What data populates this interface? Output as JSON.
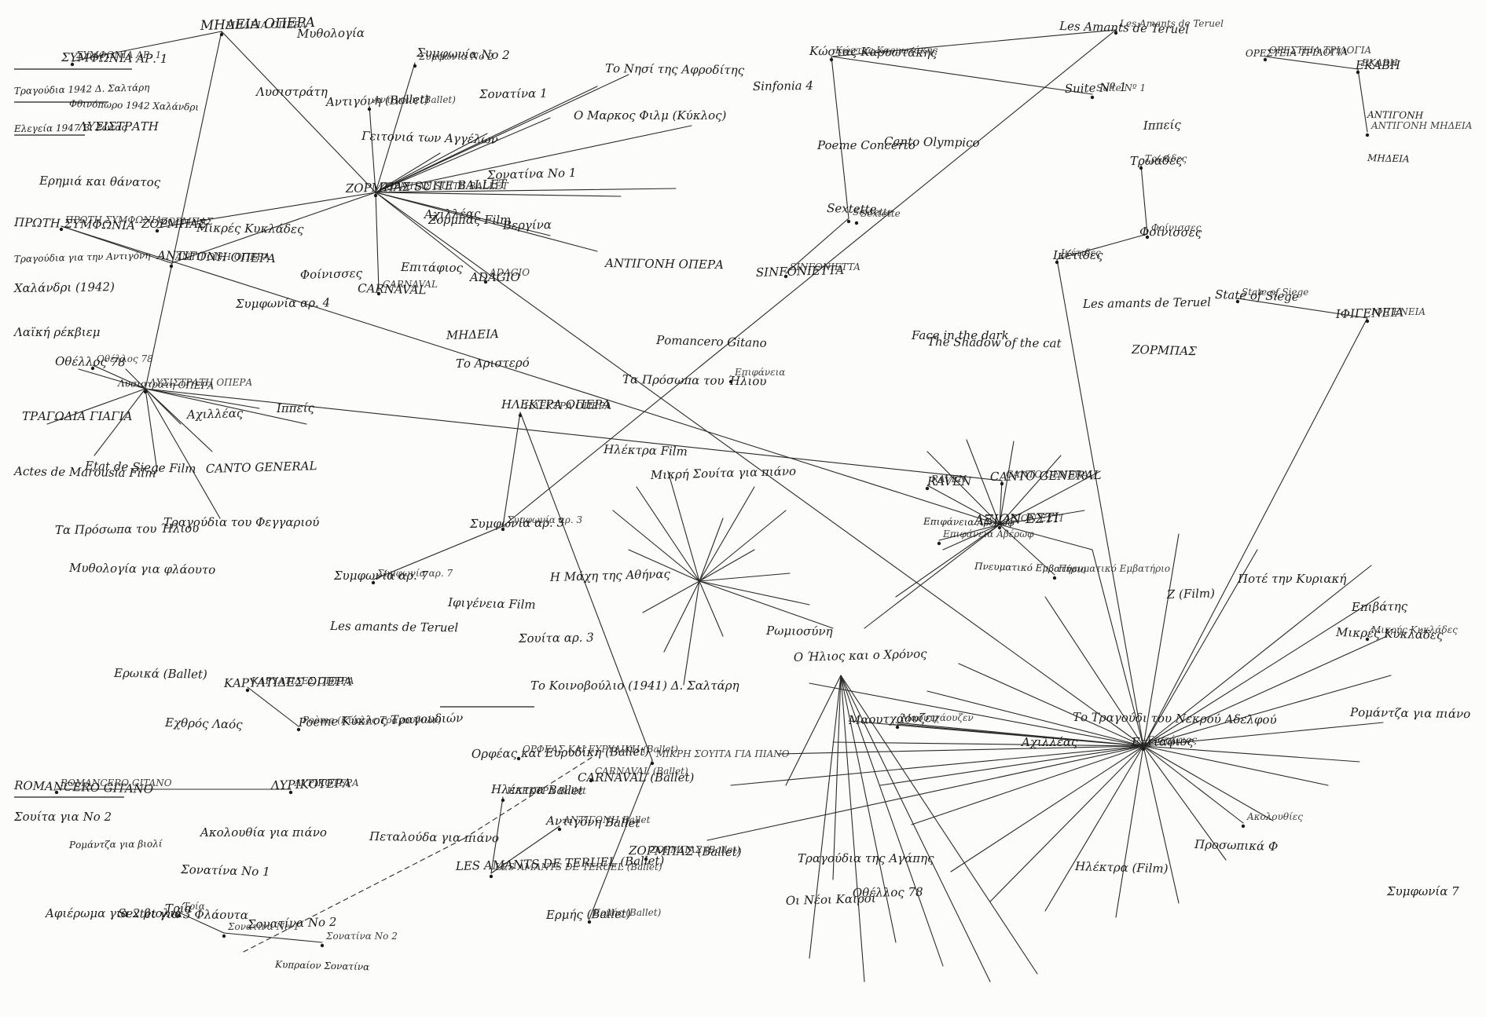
{
  "title": "",
  "nodes": [
    {
      "id": "medeia_opera",
      "label": "ΜΗΔΕΙΑ ΟΠΕΡΑ"
    },
    {
      "id": "symph1",
      "label": "ΣΥΜΦΩΝΙΑ ΑΡ. 1"
    },
    {
      "id": "symph2",
      "label": "Συμφωνία Νο 2"
    },
    {
      "id": "antigone_ballet",
      "label": "Αντιγόνη (Ballet)"
    },
    {
      "id": "zorbas_suite",
      "label": "ΖΟΡΜΠΑΣ SUITE BALLET"
    },
    {
      "id": "zorbas",
      "label": "ΖΟΡΜΠΑΣ"
    },
    {
      "id": "proti_symph",
      "label": "ΠΡΩΤΗ ΣΥΜΦΩΝΙΑ"
    },
    {
      "id": "antigone_opera",
      "label": "ΑΝΤΙΓΟΝΗ ΟΠΕΡΑ"
    },
    {
      "id": "lysistrati",
      "label": "ΛΥΣΙΣΤΡΑΤΗ ΟΠΕΡΑ"
    },
    {
      "id": "othellos78",
      "label": "Οθέλλος 78"
    },
    {
      "id": "carnaval",
      "label": "CARNAVAL"
    },
    {
      "id": "epitafios",
      "label": "Επιτάφιος"
    },
    {
      "id": "adagio",
      "label": "ADAGIO"
    },
    {
      "id": "axion_esti",
      "label": "ΑΞΙΟΝ ΕΣΤΙ"
    },
    {
      "id": "canto_general",
      "label": "CANTO GENERAL"
    },
    {
      "id": "electra_opera",
      "label": "ΗΛΕΚΤΡΑ ΟΠΕΡΑ"
    },
    {
      "id": "symph3",
      "label": "Συμφωνία αρ. 3"
    },
    {
      "id": "symph7",
      "label": "Συμφωνία αρ. 7"
    },
    {
      "id": "les_amants",
      "label": "Les Amants de Teruel"
    },
    {
      "id": "state_siege",
      "label": "State of Siege"
    },
    {
      "id": "kostas_karyotakis",
      "label": "Κώστας Καρυωτάκης"
    },
    {
      "id": "oresteia",
      "label": "ΟΡΕΣΤΕΙΑ ΤΡΙΛΟΓΙΑ"
    },
    {
      "id": "ekavi",
      "label": "ΕΚΑΒΗ"
    },
    {
      "id": "antigone_medeia",
      "label": "ΑΝΤΙΓΟΝΗ ΜΗΔΕΙΑ"
    },
    {
      "id": "iphigenia",
      "label": "ΙΦΙΓΕΝΕΙΑ"
    },
    {
      "id": "epifaneia",
      "label": "Επιφάνεια"
    },
    {
      "id": "romancero",
      "label": "ROMANCERO GITANO"
    },
    {
      "id": "lyrikotera",
      "label": "ΛΥΡΙΚΟΤΕΡΑ"
    },
    {
      "id": "karyatides",
      "label": "ΚΑΡΥΑΤΙΔΕΣ ΟΠΕΡΑ"
    },
    {
      "id": "suite1",
      "label": "Suite Nº 1"
    },
    {
      "id": "mikris",
      "label": "Μικρής Κυκλάδες"
    },
    {
      "id": "sinfonietta",
      "label": "SINFONIETTA"
    },
    {
      "id": "sextett",
      "label": "Sextette"
    },
    {
      "id": "ikesi",
      "label": "Ικέτιδες"
    },
    {
      "id": "foinisses",
      "label": "Φοίνισσες"
    },
    {
      "id": "trojans",
      "label": "Τρωάδες"
    },
    {
      "id": "les_amants_ballet",
      "label": "LES AMANTS DE TERUEL (Ballet)"
    },
    {
      "id": "electra_ballet",
      "label": "ΗΛΕΚΤΡΑ Ballet"
    },
    {
      "id": "antigone_ballet2",
      "label": "ΑΝΤΙΓΟΝΗ Ballet"
    },
    {
      "id": "mikri_suita",
      "label": "ΜΙΚΡΗ ΣΟΥΙΤΑ ΓΙΑ ΠΙΑΝΟ"
    },
    {
      "id": "carnaval_ballet",
      "label": "CARNAVAL (Ballet)"
    },
    {
      "id": "orfeas",
      "label": "ΟΡΦΕΑΣ ΚΑΙ ΕΥΡΥΔΙΚΗ (Ballet)"
    },
    {
      "id": "zorbas_ballet",
      "label": "ΖΟΡΜΠΑΣ (Ballet)"
    },
    {
      "id": "troia",
      "label": "Τρία"
    },
    {
      "id": "sonatina1",
      "label": "Σονατίνα Νο 1"
    },
    {
      "id": "sonatina2",
      "label": "Σονατίνα Νο 2"
    },
    {
      "id": "epifaneia_averof",
      "label": "Επιφάνεια Αβέρωφ"
    },
    {
      "id": "mauthausen",
      "label": "Μαουτχάουζεν"
    },
    {
      "id": "akolouthies",
      "label": "Ακολουθίες"
    },
    {
      "id": "poeme",
      "label": "Poème (Κύκλος Τραγουδιών)"
    },
    {
      "id": "raven",
      "label": "RAVEN"
    },
    {
      "id": "ermis",
      "label": "Ερμής (Ballet)"
    },
    {
      "id": "pnevmatiko",
      "label": "Πνευματικό Εμβατήριο"
    },
    {
      "id": "sextet_main",
      "label": "Sextette"
    }
  ],
  "labels": [
    "ΜΗΔΕΙΑ ΟΠΕΡΑ",
    "Μυθολογία",
    "Λυσιστράτη",
    "Συμφωνία αρ. 1",
    "ΣΥΜΦΩΝΙΑ ΑΡ. 1",
    "Φθινόπωρο 1942 Χαλάνδρι",
    "Τραγούδια 1942 Δ. Σαλτάρη",
    "Ελεγεία 1947 Β. Ρώτας",
    "ΛΥΣΙΣΤΡΑΤΗ",
    "Ερημιά και θάνατος",
    "ΠΡΩΤΗ ΣΥΜΦΩΝΙΑ",
    "Τραγούδια για την Αντιγόνη",
    "Χαλάνδρι (1942)",
    "ΖΟΡΜΠΑΣ",
    "Μικρές Κυκλάδες",
    "ΑΝΤΙΓΟΝΗ ΟΠΕΡΑ",
    "Φοίνισσες",
    "Συμφωνία αρ. 4",
    "Λαϊκή ρέκβιεμ",
    "Οθέλλος 78",
    "Λυσιστράτη ΟΠΕΡΑ",
    "Αχιλλέας",
    "Ιππείς",
    "ΤΡΑΓΩΔΙΑ ΓΙΑΓΙΑ",
    "Actes de Marousia Film",
    "Etat de Siege Film",
    "CANTO GENERAL",
    "Τα Πρόσωπα του Ήλιου",
    "Τραγούδια του Φεγγαριού",
    "Μυθολογία για φλάουτο",
    "Συμφωνία Νο 2",
    "Αντιγόνη (Ballet)",
    "Σονατίνα 1",
    "Ο Μαρκος Φιλμ (Κύκλος)",
    "Το Νησί της Αφροδίτης",
    "Γειτονιά των Αγγέλων",
    "ΖΟΡΜΠΑΣ SUITE BALLET",
    "Αχιλλέας",
    "Ζορμπάς Film",
    "Επιτάφιος",
    "CARNAVAL",
    "Σονατίνα Νο 1",
    "Βεργίνα",
    "ADAGIO",
    "ΑΝΤΙΓΟΝΗ ΟΠΕΡΑ",
    "Ροmancero Gitano",
    "ΜΗΔΕΙΑ",
    "Το Αριστερό",
    "ΗΛΕΚΤΡΑ ΟΠΕΡΑ",
    "Τα Πρόσωπα του Ήλιου",
    "Ηλέκτρα Film",
    "Μικρή Σουίτα για πιάνο",
    "Συμφωνία αρ. 3",
    "Συμφωνία αρ. 7",
    "Les amants de Teruel",
    "Ιφιγένεια Film",
    "Η Μάχη της Αθήνας",
    "Σουίτα αρ. 3",
    "Το Κοινοβούλιο (1941) Δ. Σαλτάρη",
    "Κώστας Καρυωτάκης",
    "Les Amants de Teruel",
    "Suite Nº 1",
    "Sinfonia 4",
    "Poeme Concerto",
    "Canto Olympico",
    "Sextette",
    "SINFONIETTA",
    "ΟΡΕΣΤΕΙΑ ΤΡΙΛΟΓΙΑ",
    "ΕΚΑΒΗ",
    "ΑΝΤΙΓΟΝΗ",
    "ΜΗΔΕΙΑ",
    "Ιππείς",
    "Τρωάδες",
    "Ικέτιδες",
    "Φοίνισσες",
    "State of Siege",
    "ΙΦΙΓΕΝΕΙΑ",
    "Les amants de Teruel",
    "Face in the dark",
    "The Shadow of the cat",
    "ΖΟΡΜΠΑΣ",
    "ΑΞΙΟΝ ΕΣΤΙ",
    "CANTO GENERAL",
    "RAVEN",
    "Επιφάνεια Αβέρωφ",
    "Πνευματικό Εμβατήριο",
    "Ο Ήλιος και ο Χρόνος",
    "Επιτάφιος",
    "Αχιλλέας",
    "Ρωμιοσύνη",
    "Μικρές Κυκλάδες",
    "Ζ (Film)",
    "Επιβάτης",
    "Ποτέ την Κυριακή",
    "Ηλέκτρα Ballet",
    "Αντιγόνη Ballet",
    "LES AMANTS DE TERUEL (Ballet)",
    "Ορφέας και Ευρυδίκη (Ballet)",
    "CARNAVAL (Ballet)",
    "ΖΟΡΜΠΑΣ (Ballet)",
    "ROMANCERO GITANO",
    "ΛΥΡΙΚΟΤΕΡΑ",
    "ΚΑΡΥΑΤΙΔΕΣ ΟΠΕΡΑ",
    "Σουίτα για Νο 2",
    "Ερωικά (Ballet)",
    "Εχθρός Λαός",
    "Poeme Κύκλος Τραγουδιών",
    "Ρομάντζα για βιολί",
    "Ακολουθία για πιάνο",
    "Πεταλούδα για πιάνο",
    "Σονατίνα Νο 1",
    "Σονατίνα Νο 2",
    "Τρία",
    "Αφιέρωμα για 2 βιολιά",
    "Sextet για 3 Φλάουτα",
    "Κυπραίον Σονατίνα",
    "Μαουτχάουζεν",
    "Οθέλλος 78",
    "Τραγούδια της Αγάπης",
    "Το Τραγούδι του Νεκρού Αδελφού",
    "Ηλέκτρα (Film)",
    "Οι Νέοι Καιροί",
    "Ερμής (Ballet)",
    "Συμφωνία 7",
    "Ρομάντζα για πιάνο",
    "Προσωπικά Φ"
  ],
  "edges": [
    [
      "medeia_opera",
      "symph1"
    ],
    [
      "medeia_opera",
      "lysistrati"
    ],
    [
      "medeia_opera",
      "zorbas_suite"
    ],
    [
      "zorbas_suite",
      "zorbas"
    ],
    [
      "zorbas_suite",
      "antigone_opera"
    ],
    [
      "zorbas_suite",
      "carnaval"
    ],
    [
      "zorbas_suite",
      "epitafios"
    ],
    [
      "zorbas_suite",
      "adagio"
    ],
    [
      "zorbas_suite",
      "antigone_ballet"
    ],
    [
      "zorbas_suite",
      "symph2"
    ],
    [
      "antigone_opera",
      "proti_symph"
    ],
    [
      "lysistrati",
      "othellos78"
    ],
    [
      "lysistrati",
      "canto_general"
    ],
    [
      "electra_opera",
      "symph3"
    ],
    [
      "electra_opera",
      "mikri_suita"
    ],
    [
      "symph3",
      "symph7"
    ],
    [
      "symph3",
      "les_amants"
    ],
    [
      "proti_symph",
      "axion_esti"
    ],
    [
      "axion_esti",
      "canto_general"
    ],
    [
      "axion_esti",
      "raven"
    ],
    [
      "axion_esti",
      "epifaneia_averof"
    ],
    [
      "axion_esti",
      "pnevmatiko"
    ],
    [
      "epitafios",
      "mauthausen"
    ],
    [
      "epitafios",
      "akolouthies"
    ],
    [
      "epitafios",
      "ikesi"
    ],
    [
      "epitafios",
      "iphigenia"
    ],
    [
      "kostas_karyotakis",
      "les_amants"
    ],
    [
      "kostas_karyotakis",
      "suite1"
    ],
    [
      "kostas_karyotakis",
      "sextett"
    ],
    [
      "oresteia",
      "ekavi"
    ],
    [
      "antigone_medeia",
      "ekavi"
    ],
    [
      "sextett",
      "sinfonietta"
    ],
    [
      "trojans",
      "foinisses"
    ],
    [
      "ikesi",
      "foinisses"
    ],
    [
      "state_siege",
      "iphigenia"
    ],
    [
      "les_amants_ballet",
      "electra_ballet"
    ],
    [
      "les_amants_ballet",
      "antigone_ballet2"
    ],
    [
      "lyrikotera",
      "romancero"
    ],
    [
      "karyatides",
      "poeme"
    ],
    [
      "sonatina1",
      "sonatina2"
    ],
    [
      "troia",
      "sonatina1"
    ],
    [
      "ermis",
      "mikri_suita"
    ]
  ]
}
